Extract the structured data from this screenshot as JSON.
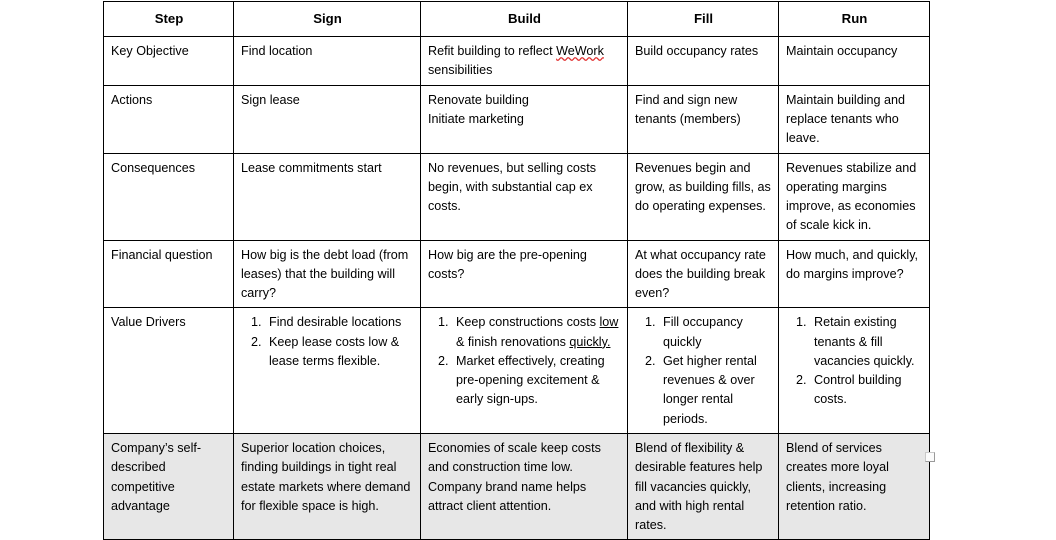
{
  "document": {
    "type": "table",
    "colors": {
      "border": "#000000",
      "cell_background": "#ffffff",
      "highlight_row_background": "#e7e7e7",
      "spellcheck_underline": "#e03030",
      "text": "#000000"
    }
  },
  "table": {
    "headers": [
      "Step",
      "Sign",
      "Build",
      "Fill",
      "Run"
    ],
    "rows": [
      {
        "name": "key-objective",
        "label": "Key Objective",
        "cells": [
          {
            "kind": "text",
            "text": "Find location"
          },
          {
            "kind": "rich",
            "segments": [
              {
                "text": "Refit building to reflect "
              },
              {
                "text": "WeWork",
                "style": "spellcheck"
              },
              {
                "text": " sensibilities"
              }
            ],
            "text": "Refit building to reflect WeWork sensibilities"
          },
          {
            "kind": "text",
            "text": "Build occupancy rates"
          },
          {
            "kind": "text",
            "text": "Maintain occupancy"
          }
        ]
      },
      {
        "name": "actions",
        "label": "Actions",
        "cells": [
          {
            "kind": "lines",
            "lines": [
              "Sign lease"
            ]
          },
          {
            "kind": "lines",
            "lines": [
              "Renovate building",
              "Initiate marketing"
            ]
          },
          {
            "kind": "lines",
            "lines": [
              "Find and sign new tenants (members)"
            ]
          },
          {
            "kind": "lines",
            "lines": [
              "Maintain building and replace tenants who leave."
            ]
          }
        ]
      },
      {
        "name": "consequences",
        "label": "Consequences",
        "cells": [
          {
            "kind": "text",
            "text": "Lease commitments start"
          },
          {
            "kind": "text",
            "text": "No revenues, but selling costs begin, with substantial cap ex costs."
          },
          {
            "kind": "text",
            "text": "Revenues begin and grow, as building fills, as do operating expenses."
          },
          {
            "kind": "text",
            "text": "Revenues stabilize and operating margins improve, as economies of scale kick in."
          }
        ]
      },
      {
        "name": "financial-question",
        "label": "Financial question",
        "cells": [
          {
            "kind": "text",
            "text": "How big is the debt load (from leases) that the building will carry?"
          },
          {
            "kind": "text",
            "text": "How big are the pre-opening costs?"
          },
          {
            "kind": "text",
            "text": "At what occupancy rate does the building break even?"
          },
          {
            "kind": "text",
            "text": "How much, and quickly, do margins improve?"
          }
        ]
      },
      {
        "name": "value-drivers",
        "label": "Value Drivers",
        "cells": [
          {
            "kind": "list",
            "items": [
              {
                "text": "Find desirable locations"
              },
              {
                "text": "Keep lease costs low & lease terms flexible."
              }
            ]
          },
          {
            "kind": "list",
            "items": [
              {
                "segments": [
                  {
                    "text": "Keep constructions costs "
                  },
                  {
                    "text": "low",
                    "style": "underline"
                  },
                  {
                    "text": " & finish renovations "
                  },
                  {
                    "text": "quickly.",
                    "style": "underline"
                  }
                ],
                "text": "Keep constructions costs low & finish renovations quickly."
              },
              {
                "text": "Market effectively, creating pre-opening excitement & early sign-ups."
              }
            ]
          },
          {
            "kind": "list",
            "items": [
              {
                "text": "Fill occupancy quickly"
              },
              {
                "text": "Get higher rental revenues & over longer rental periods."
              }
            ]
          },
          {
            "kind": "list",
            "items": [
              {
                "text": "Retain existing tenants & fill vacancies quickly."
              },
              {
                "text": "Control building costs."
              }
            ]
          }
        ]
      },
      {
        "name": "competitive-advantage",
        "label": "Company’s self-described competitive advantage",
        "highlight": true,
        "cells": [
          {
            "kind": "text",
            "text": "Superior location choices, finding buildings in tight real estate markets where demand for flexible space is high."
          },
          {
            "kind": "text",
            "text": "Economies of scale keep costs and construction time low. Company brand name helps attract client attention."
          },
          {
            "kind": "text",
            "text": "Blend of flexibility & desirable features help fill vacancies quickly, and with high rental rates."
          },
          {
            "kind": "text",
            "text": "Blend of services creates more loyal clients, increasing retention ratio."
          }
        ]
      }
    ]
  }
}
